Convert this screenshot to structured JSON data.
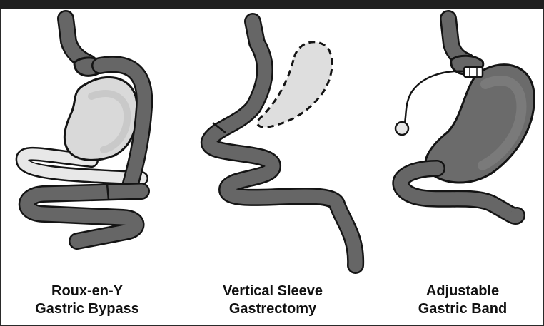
{
  "procedures": [
    {
      "line1": "Roux-en-Y",
      "line2": "Gastric Bypass"
    },
    {
      "line1": "Vertical Sleeve",
      "line2": "Gastrectomy"
    },
    {
      "line1": "Adjustable",
      "line2": "Gastric Band"
    }
  ],
  "colors": {
    "tube": "#666666",
    "tube_outline": "#141414",
    "stomach_light": "#d9d9d9",
    "stomach_light_inner": "#c9c9c9",
    "stomach_dark": "#6b6b6b",
    "stomach_dark_inner": "#7a7a7a",
    "removed_part": "#dedede",
    "bypassed_limb": "#e8e8e8"
  }
}
